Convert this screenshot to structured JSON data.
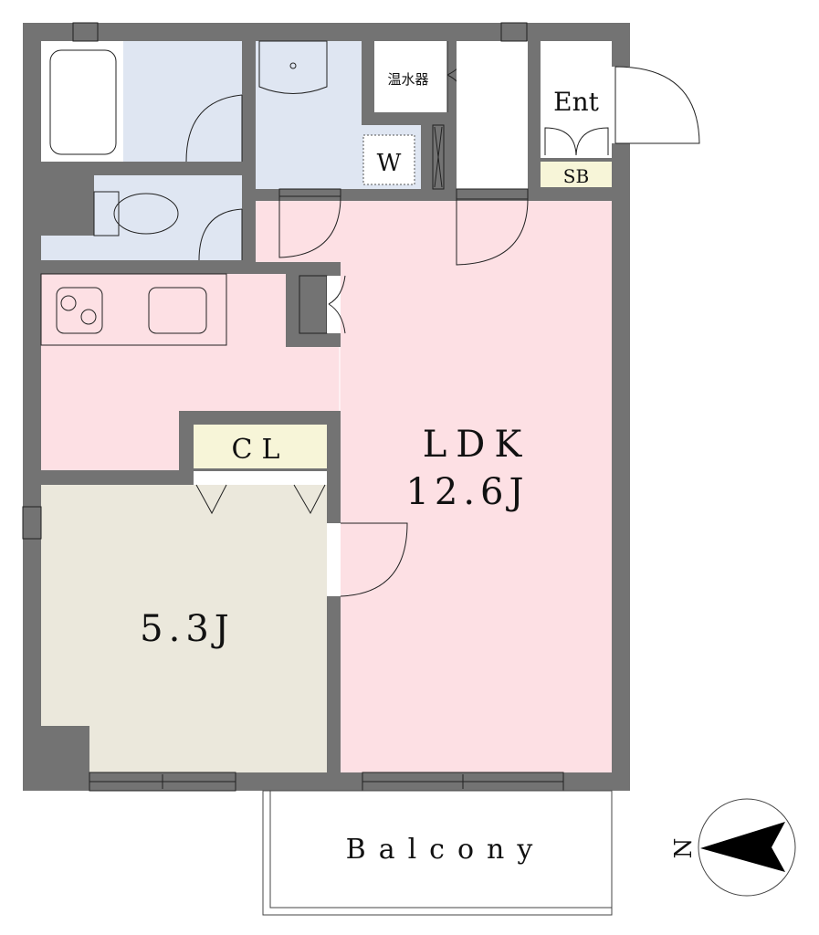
{
  "rooms": {
    "water_heater": "温水器",
    "washer": "W",
    "entrance": "Ent",
    "shoe_box": "SB",
    "closet": "CL",
    "ldk_name": "LDK",
    "ldk_size": "12.6J",
    "bedroom_size": "5.3J",
    "balcony": "Balcony"
  },
  "compass": {
    "north_label": "N"
  },
  "colors": {
    "wall": "#737373",
    "wet_area": "#dfe6f2",
    "ldk": "#fde0e4",
    "bedroom": "#ebe8dc",
    "storage": "#f7f5d8"
  }
}
